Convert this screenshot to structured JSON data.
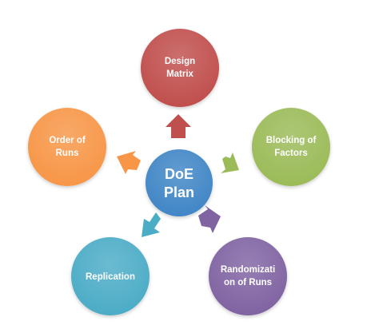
{
  "center": {
    "line1": "DoE",
    "line2": "Plan",
    "color": "#3f86c6"
  },
  "nodes": [
    {
      "id": "design-matrix",
      "line1": "Design",
      "line2": "Matrix",
      "color": "#c0504d"
    },
    {
      "id": "blocking-of-factors",
      "line1": "Blocking of",
      "line2": "Factors",
      "color": "#9bbb59"
    },
    {
      "id": "randomization-of-runs",
      "line1": "Randomizati",
      "line2": "on of Runs",
      "color": "#8064a2"
    },
    {
      "id": "replication",
      "line1": "Replication",
      "line2": "",
      "color": "#4bacc6"
    },
    {
      "id": "order-of-runs",
      "line1": "Order of",
      "line2": "Runs",
      "color": "#f79646"
    }
  ]
}
